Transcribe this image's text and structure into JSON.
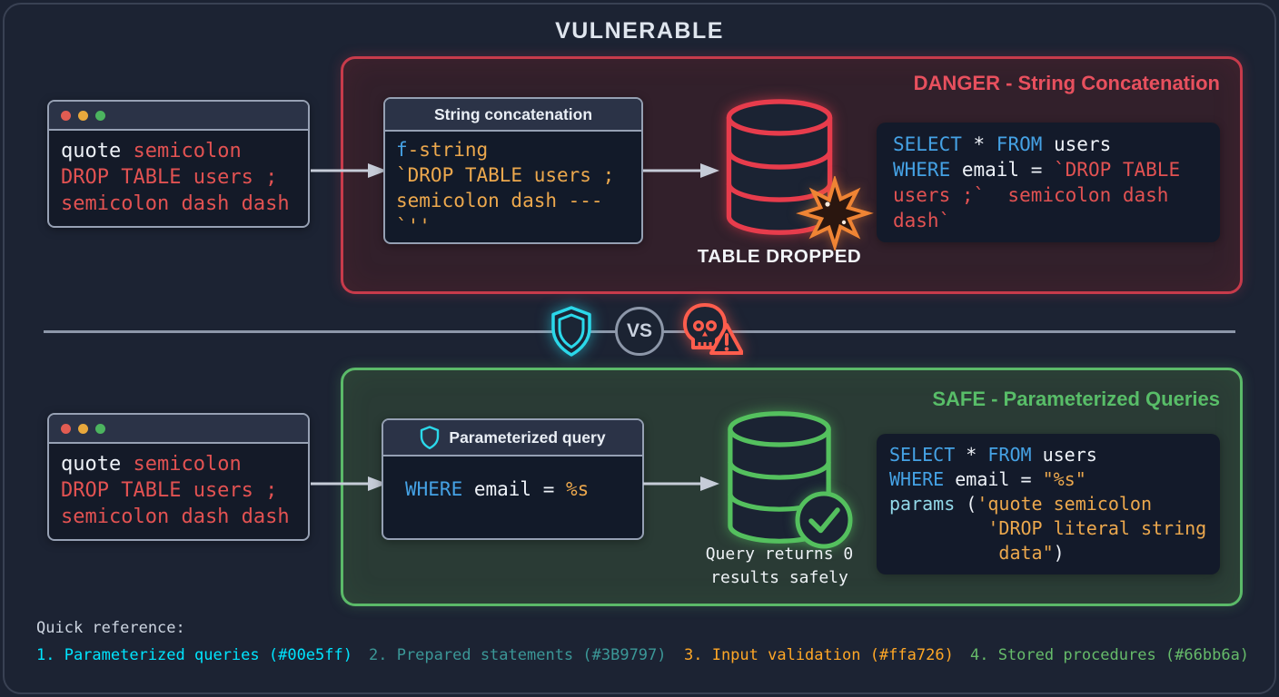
{
  "header": {
    "title": "VULNERABLE"
  },
  "divider": {
    "vs": "VS"
  },
  "vuln": {
    "title": "DANGER - String Concatenation",
    "terminal": {
      "line1_user": "quote ",
      "line1_injection": "semicolon",
      "line2": "DROP TABLE users ;",
      "line3": "semicolon dash dash"
    },
    "concat_box": {
      "title": "String concatenation",
      "line1_prefix": "f",
      "line1_rest": "-string",
      "line2": "`DROP TABLE users ;",
      "line3": "semicolon dash ---",
      "line4": "`''"
    },
    "db_label": "TABLE DROPPED",
    "code": {
      "l1_kw1": "SELECT",
      "l1_mid": " * ",
      "l1_kw2": "FROM",
      "l1_end": " users",
      "l2_kw": "WHERE",
      "l2_mid": " email = ",
      "l2_inj": "`DROP TABLE",
      "l3_inj": "users ;`  semicolon dash",
      "l4_inj": "dash`"
    }
  },
  "safe": {
    "title": "SAFE - Parameterized Queries",
    "terminal": {
      "line1_user": "quote ",
      "line1_injection": "semicolon",
      "line2": "DROP TABLE users ;",
      "line3": "semicolon dash dash"
    },
    "param_box": {
      "title": "Parameterized query",
      "kw": "WHERE",
      "mid": " email = ",
      "param": "%s"
    },
    "db_caption_line1": "Query returns 0",
    "db_caption_line2": "results safely",
    "code": {
      "l1_kw1": "SELECT",
      "l1_mid": " * ",
      "l1_kw2": "FROM",
      "l1_end": " users",
      "l2_kw": "WHERE",
      "l2_mid": " email = ",
      "l2_str": "\"%s\"",
      "l3_fn": "params",
      "l3_paren": " (",
      "l3_str": "'quote semicolon",
      "l4_str": "         'DROP literal string",
      "l5_str": "          data\"",
      "l5_paren": ")"
    }
  },
  "footer": {
    "label": "Quick reference:",
    "items": [
      {
        "text": "1. Parameterized queries (#00e5ff)",
        "color": "#00e5ff"
      },
      {
        "text": "2. Prepared statements (#3B9797)",
        "color": "#3B9797"
      },
      {
        "text": "3. Input validation (#ffa726)",
        "color": "#ffa726"
      },
      {
        "text": "4. Stored procedures (#66bb6a)",
        "color": "#66bb6a"
      }
    ]
  },
  "colors": {
    "keyword_blue": "#45a2e5",
    "injection_red": "#e25252",
    "string_orange": "#eca84d",
    "params_cyan": "#93d9e9",
    "danger_accent": "#e8505e",
    "safe_accent": "#58bd68",
    "shield_cyan": "#2bd8ea",
    "skull_red": "#ff5d4d",
    "db_red": "#e73c4c",
    "db_green": "#54c05e",
    "explosion_orange": "#ef8434"
  }
}
